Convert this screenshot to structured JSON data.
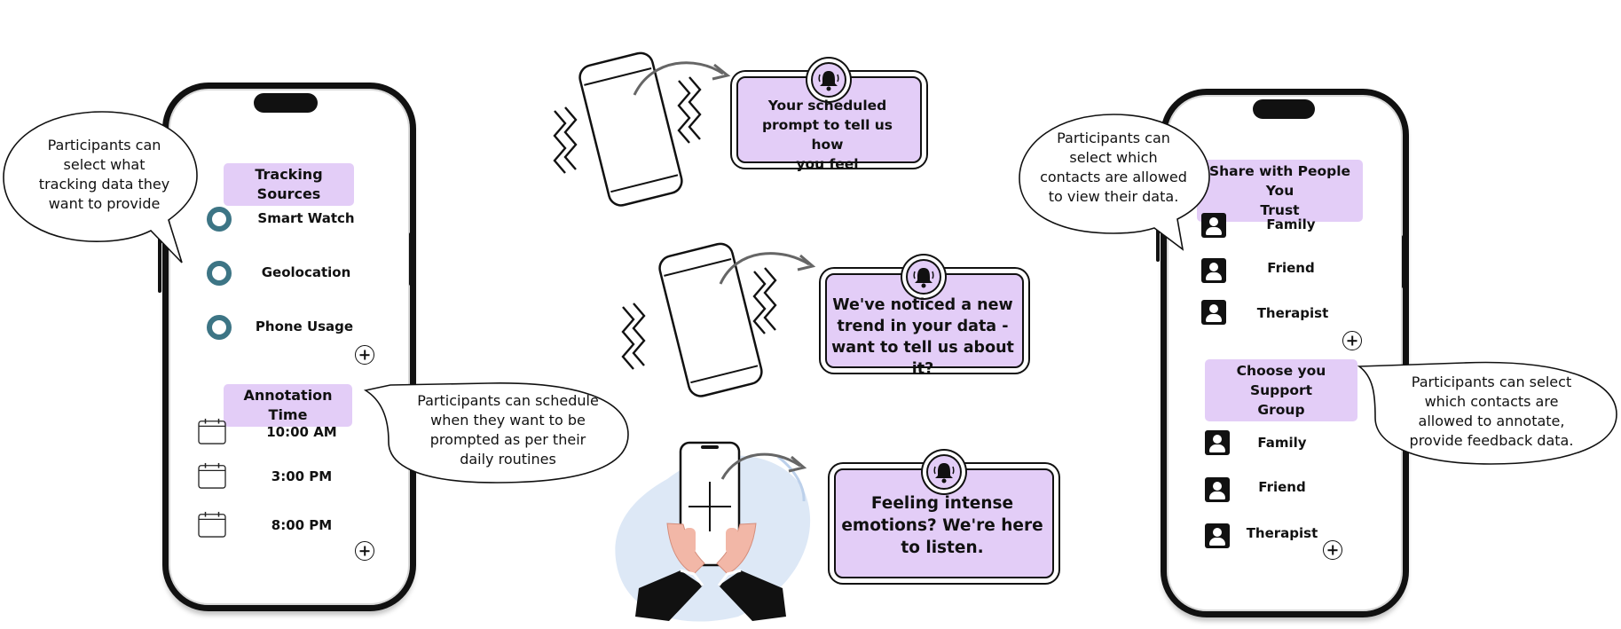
{
  "left_phone": {
    "tracking_title": "Tracking Sources",
    "sources": [
      "Smart Watch",
      "Geolocation",
      "Phone Usage"
    ],
    "annotation_title": "Annotation Time",
    "times": [
      "10:00 AM",
      "3:00 PM",
      "8:00 PM"
    ]
  },
  "left_bubble": {
    "lines": [
      "Participants can",
      "select what",
      "tracking data they",
      "want to provide"
    ]
  },
  "schedule_bubble": {
    "lines": [
      "Participants can schedule",
      "when they want to be",
      "prompted as per their",
      "daily routines"
    ]
  },
  "notifications": [
    {
      "lines": [
        "Your scheduled",
        "prompt to tell us how",
        "you feel"
      ]
    },
    {
      "lines": [
        "We've noticed a new",
        "trend in your data -",
        "want to tell us about it?"
      ]
    },
    {
      "lines": [
        "Feeling intense",
        "emotions? We're here",
        "to listen."
      ]
    }
  ],
  "right_phone": {
    "share_title_lines": [
      "Share with People You",
      "Trust"
    ],
    "share_contacts": [
      "Family",
      "Friend",
      "Therapist"
    ],
    "support_title_lines": [
      "Choose you Support",
      "Group"
    ],
    "support_contacts": [
      "Family",
      "Friend",
      "Therapist"
    ]
  },
  "right_bubble_top": {
    "lines": [
      "Participants can",
      "select which",
      "contacts are allowed",
      "to view their data."
    ]
  },
  "right_bubble_bottom": {
    "lines": [
      "Participants can select",
      "which contacts are",
      "allowed to annotate,",
      "provide feedback data."
    ]
  },
  "colors": {
    "chip": "#e3cdf7",
    "ring": "#3d7585",
    "outline": "#111111"
  }
}
